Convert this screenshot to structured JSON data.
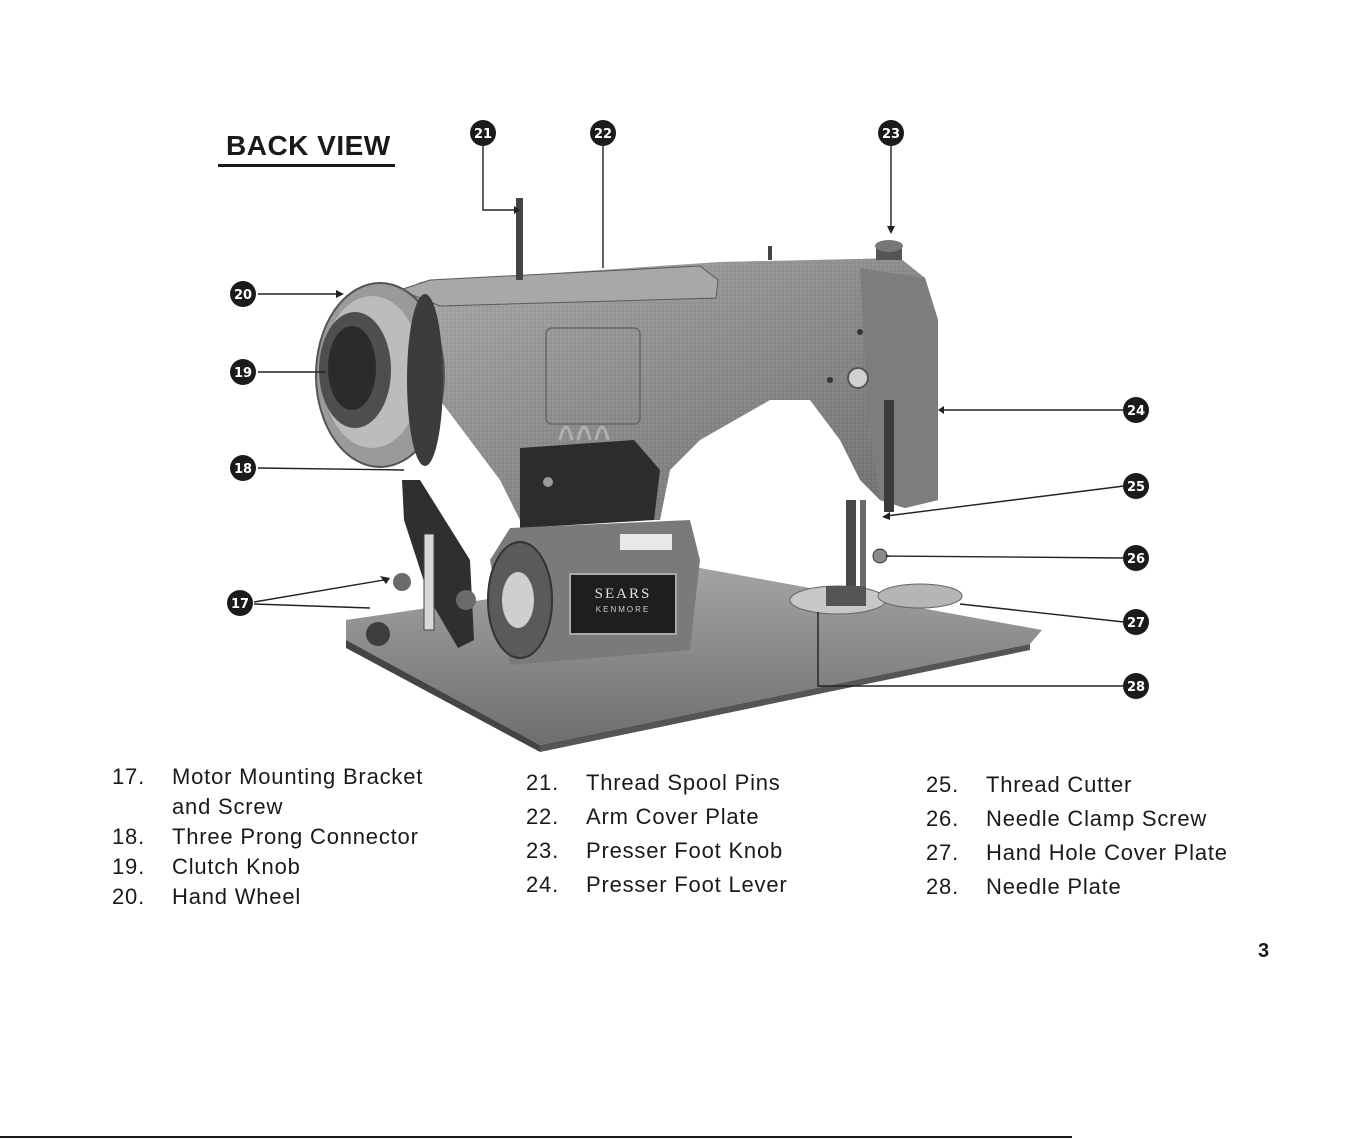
{
  "page": {
    "title": "BACK VIEW",
    "page_number": "3"
  },
  "machine_badge": {
    "brand": "SEARS",
    "model": "KENMORE"
  },
  "callouts": [
    "17",
    "18",
    "19",
    "20",
    "21",
    "22",
    "23",
    "24",
    "25",
    "26",
    "27",
    "28"
  ],
  "legend": {
    "col1": [
      {
        "num": "17.",
        "label": "Motor Mounting Bracket",
        "cont": "and Screw"
      },
      {
        "num": "18.",
        "label": "Three Prong Connector"
      },
      {
        "num": "19.",
        "label": "Clutch Knob"
      },
      {
        "num": "20.",
        "label": "Hand Wheel"
      }
    ],
    "col2": [
      {
        "num": "21.",
        "label": "Thread Spool Pins"
      },
      {
        "num": "22.",
        "label": "Arm Cover Plate"
      },
      {
        "num": "23.",
        "label": "Presser Foot Knob"
      },
      {
        "num": "24.",
        "label": "Presser Foot Lever"
      }
    ],
    "col3": [
      {
        "num": "25.",
        "label": "Thread Cutter"
      },
      {
        "num": "26.",
        "label": "Needle Clamp Screw"
      },
      {
        "num": "27.",
        "label": "Hand Hole Cover Plate"
      },
      {
        "num": "28.",
        "label": "Needle Plate"
      }
    ]
  }
}
